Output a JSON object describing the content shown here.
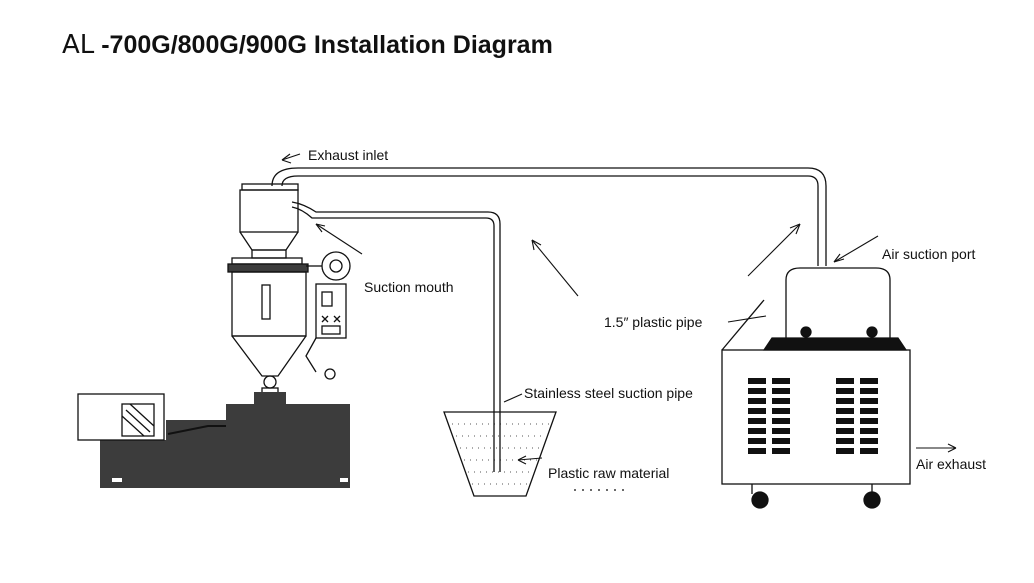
{
  "title": {
    "prefix": "AL",
    "rest": " -700G/800G/900G Installation Diagram"
  },
  "labels": {
    "exhaust_inlet": "Exhaust inlet",
    "air_suction_port": "Air suction port",
    "suction_mouth": "Suction mouth",
    "plastic_pipe": "1.5″   plastic pipe",
    "stainless_pipe": "Stainless steel suction pipe",
    "raw_material": "Plastic raw material",
    "air_exhaust": "Air exhaust"
  },
  "colors": {
    "ink": "#111111",
    "fill_dark": "#3c3c3c"
  }
}
